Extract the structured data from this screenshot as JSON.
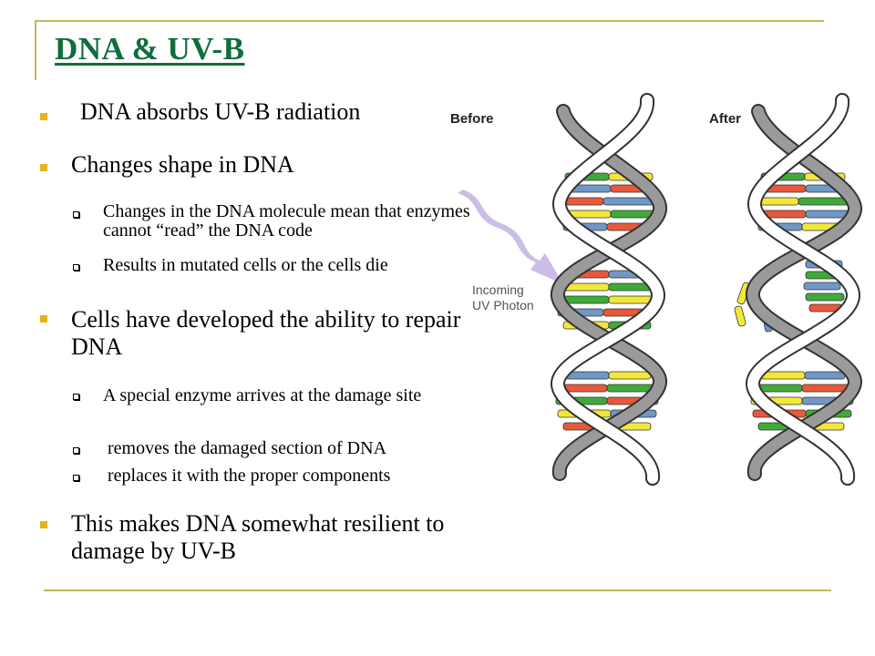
{
  "slide": {
    "title": "DNA & UV-B",
    "bullets": [
      {
        "text": "DNA absorbs UV-B radiation"
      },
      {
        "text": "Changes shape in DNA"
      },
      {
        "text": "Cells have developed the ability to repair DNA"
      },
      {
        "text": "This makes DNA somewhat resilient to damage by UV-B"
      }
    ],
    "sub_bullets": [
      {
        "text": "Changes in the DNA molecule mean that enzymes cannot “read” the DNA code"
      },
      {
        "text": "Results in mutated cells or the cells die"
      },
      {
        "text": "A special enzyme arrives at the damage site"
      },
      {
        "text": "removes the damaged section of DNA"
      },
      {
        "text": "replaces it with the proper components"
      }
    ]
  },
  "figure": {
    "before_label": "Before",
    "after_label": "After",
    "uv_label_line1": "Incoming",
    "uv_label_line2": "UV Photon",
    "colors": {
      "backbone_fill": "#9a9a9a",
      "backbone_stroke": "#333333",
      "base_green": "#3faa3a",
      "base_red": "#e8583a",
      "base_yellow": "#f3e83a",
      "base_blue": "#6f98c6",
      "photon": "#c7b6e6"
    }
  }
}
